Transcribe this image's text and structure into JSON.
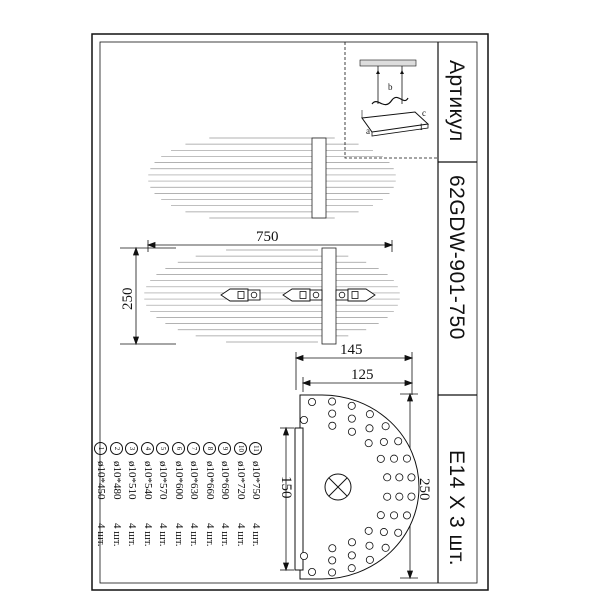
{
  "title_block": {
    "label": "Артикул",
    "article": "62GDW-901-750",
    "lamps": "E14 X 3 шт."
  },
  "dimensions": {
    "length": "750",
    "height": "250",
    "bottom_height": "250",
    "depth_outer": "145",
    "depth_inner": "125",
    "plate_height": "150"
  },
  "legend": [
    {
      "num": "11",
      "size": "ø10*750",
      "qty": "4 шт."
    },
    {
      "num": "10",
      "size": "ø10*720",
      "qty": "4 шт."
    },
    {
      "num": "9",
      "size": "ø10*690",
      "qty": "4 шт."
    },
    {
      "num": "8",
      "size": "ø10*660",
      "qty": "4 шт."
    },
    {
      "num": "7",
      "size": "ø10*630",
      "qty": "4 шт."
    },
    {
      "num": "6",
      "size": "ø10*600",
      "qty": "4 шт."
    },
    {
      "num": "5",
      "size": "ø10*570",
      "qty": "4 шт."
    },
    {
      "num": "4",
      "size": "ø10*540",
      "qty": "4 шт."
    },
    {
      "num": "3",
      "size": "ø10*510",
      "qty": "4 шт."
    },
    {
      "num": "2",
      "size": "ø10*480",
      "qty": "4 шт."
    },
    {
      "num": "1",
      "size": "ø10*450",
      "qty": "4 шт."
    }
  ],
  "mount_detail": {
    "labels": [
      "c",
      "i",
      "a",
      "b"
    ]
  }
}
